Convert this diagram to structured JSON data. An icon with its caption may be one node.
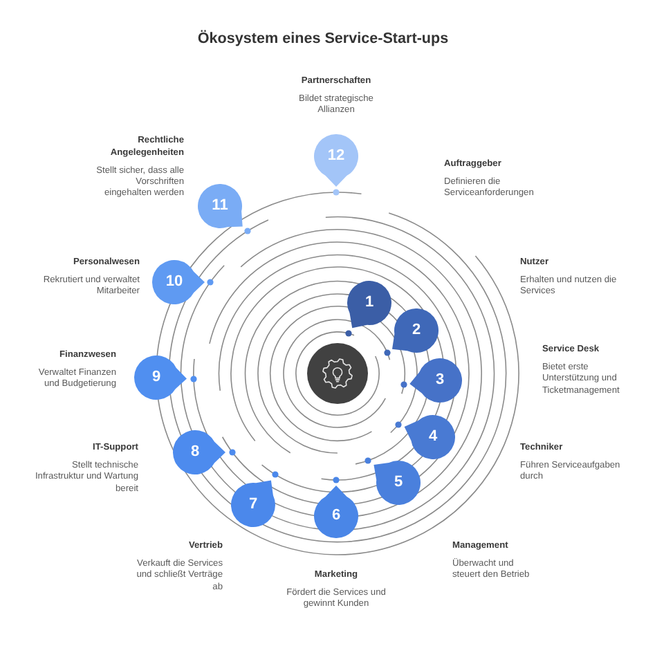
{
  "diagram": {
    "title": "Ökosystem eines Service-Start-ups",
    "nodes": [
      {
        "text": [],
        "shape": "circle"
      },
      {
        "text": [
          "1"
        ],
        "beside": [
          "Auftraggeber",
          "Definieren die Serviceanforderungen"
        ]
      },
      {
        "text": [
          "2"
        ],
        "beside": [
          "Nutzer",
          "Erhalten und nutzen die Services"
        ]
      },
      {
        "text": [
          "3"
        ],
        "beside": [
          "Service Desk",
          "Bietet erste Unterstützung und Ticketmanagement"
        ]
      },
      {
        "text": [
          "4"
        ],
        "beside": [
          "Techniker",
          "Führen Serviceaufgaben durch"
        ]
      },
      {
        "text": [
          "5"
        ],
        "beside": [
          "Management",
          "Überwacht und steuert den Betrieb"
        ]
      },
      {
        "text": [
          "6"
        ],
        "beside": [
          "Marketing",
          "Fördert die Services und gewinnt Kunden"
        ]
      },
      {
        "text": [
          "7"
        ],
        "beside": [
          "Vertrieb",
          "Verkauft die Services und schließt Verträge ab"
        ]
      },
      {
        "text": [
          "8"
        ],
        "beside": [
          "IT-Support",
          "Stellt technische Infrastruktur und Wartung bereit"
        ]
      },
      {
        "text": [
          "9"
        ],
        "beside": [
          "Finanzwesen",
          "Verwaltet Finanzen und Budgetierung"
        ]
      },
      {
        "text": [
          "10"
        ],
        "beside": [
          "Personalwesen",
          "Rekrutiert und verwaltet Mitarbeiter"
        ]
      },
      {
        "text": [
          "11"
        ],
        "beside": [
          "Rechtliche Angelegenheiten",
          "Stellt sicher, dass alle Vorschriften eingehalten werden"
        ]
      },
      {
        "text": [
          "12"
        ],
        "beside": [
          "Partnerschaften",
          "Bildet strategische Allianzen"
        ]
      }
    ]
  }
}
